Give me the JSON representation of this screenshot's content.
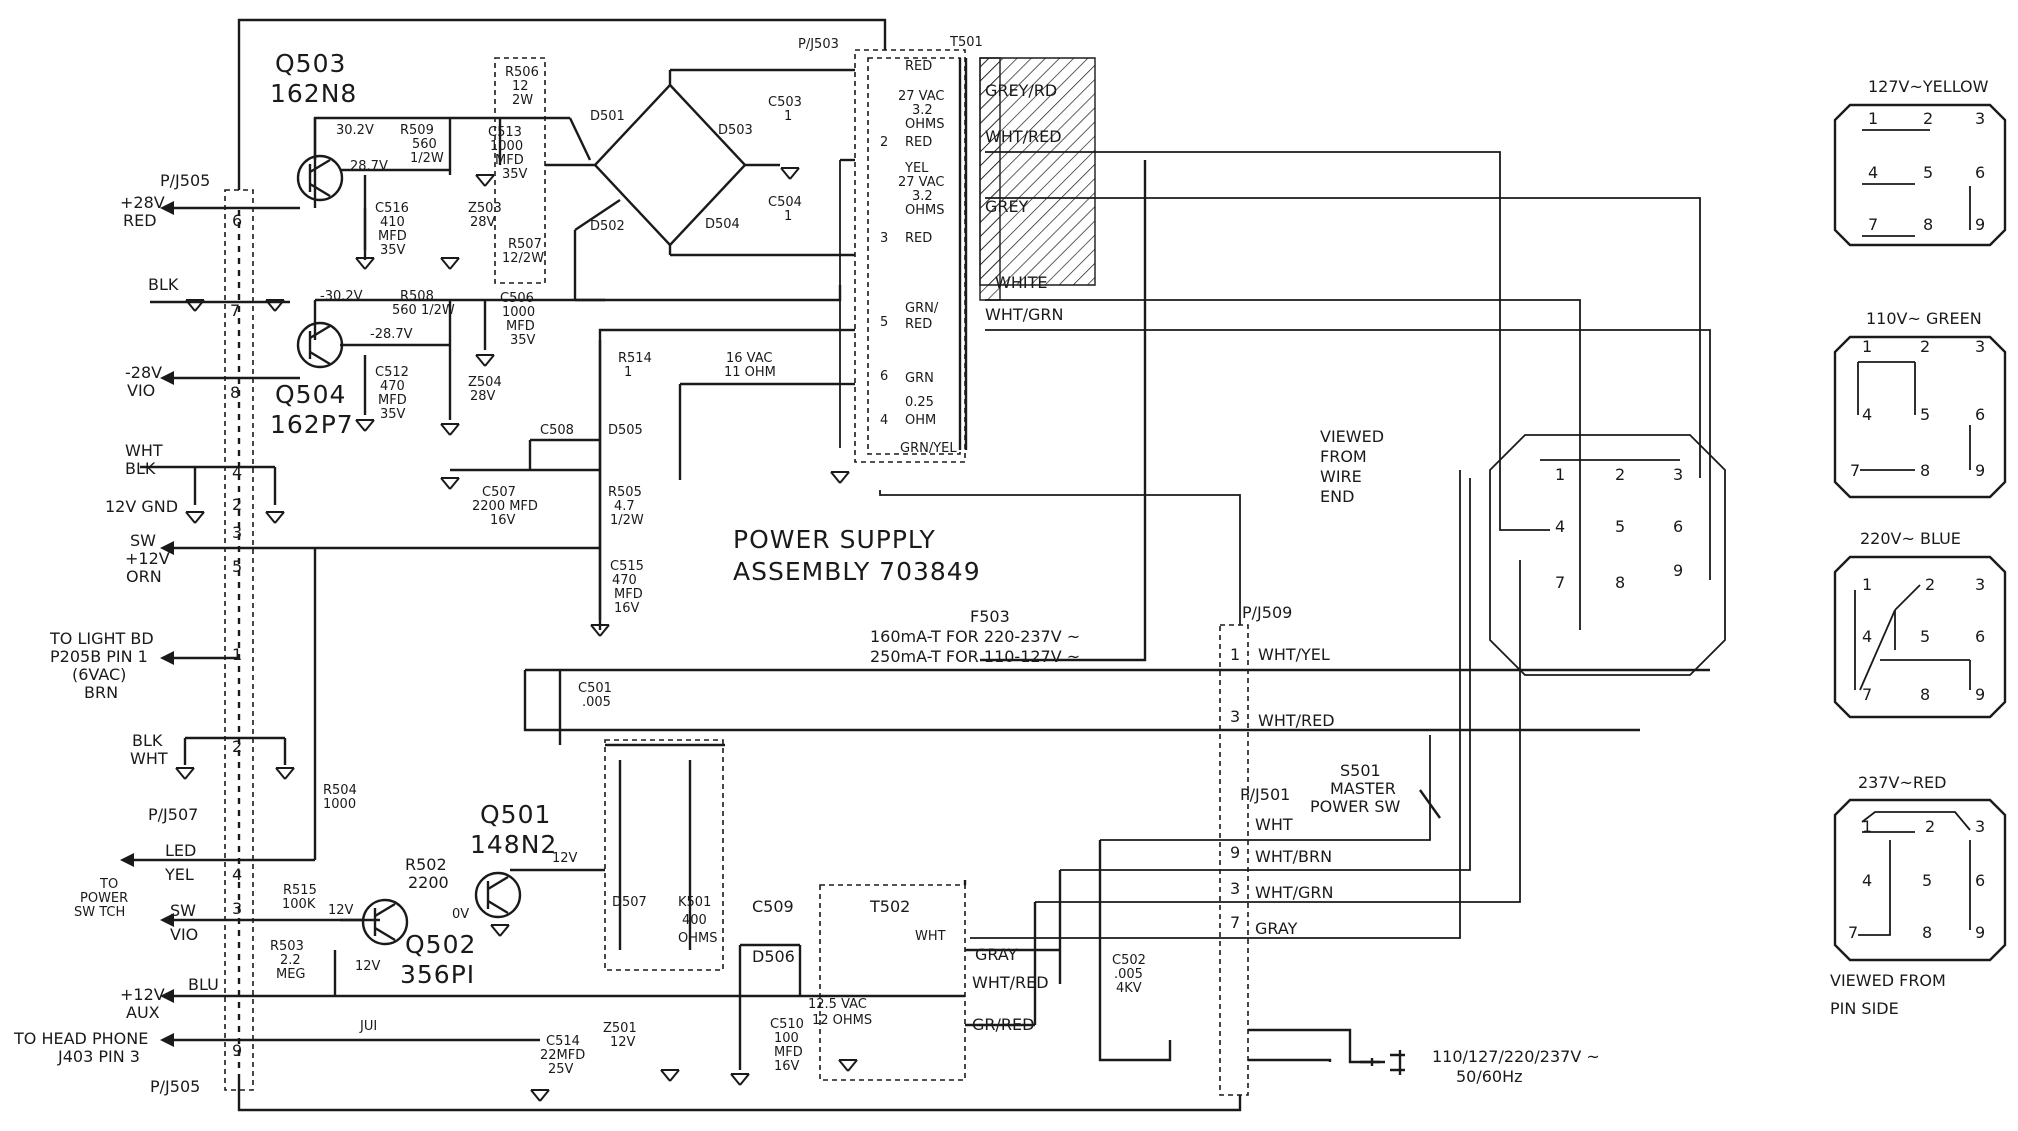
{
  "title": {
    "line1": "POWER  SUPPLY",
    "line2": "ASSEMBLY  703849"
  },
  "transistors": {
    "q503": {
      "ref": "Q503",
      "part": "162N8"
    },
    "q504": {
      "ref": "Q504",
      "part": "162P7"
    },
    "q501": {
      "ref": "Q501",
      "part": "148N2"
    },
    "q502": {
      "ref": "Q502",
      "part": "356PI"
    }
  },
  "connectors": {
    "pj505_top": "P/J505",
    "pj505_bot": "P/J505",
    "pj503": "P/J503",
    "pj507": "P/J507",
    "pj509": "P/J509",
    "pj501": "P/J501"
  },
  "outputs": {
    "plus28_red": [
      "+28V",
      "RED"
    ],
    "blk": "BLK",
    "minus28_vio": [
      "-28V",
      "VIO"
    ],
    "wht_blk": [
      "WHT",
      "BLK"
    ],
    "gnd12": "12V GND",
    "sw12": [
      "SW",
      "+12V",
      "ORN"
    ],
    "light_bd": [
      "TO LIGHT BD",
      "P205B PIN 1",
      "(6VAC)",
      "BRN"
    ],
    "blk_wht": [
      "BLK",
      "WHT"
    ],
    "led_yel": [
      "LED",
      "YEL"
    ],
    "to_power_sw": [
      "TO",
      "POWER",
      "SW TCH"
    ],
    "sw_vio": [
      "SW",
      "VIO"
    ],
    "blu": "BLU",
    "aux12": [
      "+12V",
      "AUX"
    ],
    "headphone": [
      "TO HEAD PHONE",
      "J403 PIN 3"
    ]
  },
  "components": {
    "r506": [
      "R506",
      "12",
      "2W"
    ],
    "r509": [
      "R509",
      "560",
      "1/2W"
    ],
    "c513": [
      "C513",
      "1000",
      "MFD",
      "35V"
    ],
    "c516": [
      "C516",
      "410",
      "MFD",
      "35V"
    ],
    "z503": [
      "Z503",
      "28V"
    ],
    "r507": [
      "R507",
      "12/2W"
    ],
    "r508": [
      "R508",
      "560 1/2W"
    ],
    "c506": [
      "C506",
      "1000",
      "MFD",
      "35V"
    ],
    "c512": [
      "C512",
      "470",
      "MFD",
      "35V"
    ],
    "z504": [
      "Z504",
      "28V"
    ],
    "v302": "30.2V",
    "v287": "28.7V",
    "vm302": "-30.2V",
    "vm287": "-28.7V",
    "d501": "D501",
    "d502": "D502",
    "d503": "D503",
    "d504": "D504",
    "c503": [
      "C503",
      "1"
    ],
    "c504": [
      "C504",
      "1"
    ],
    "r514": [
      "R514",
      "1"
    ],
    "c508": "C508",
    "d505": "D505",
    "c507": [
      "C507",
      "2200 MFD",
      "16V"
    ],
    "r505": [
      "R505",
      "4.7",
      "1/2W"
    ],
    "c515": [
      "C515",
      "470",
      "MFD",
      "16V"
    ],
    "vac16": [
      "16 VAC",
      "11 OHM"
    ],
    "c501": [
      "C501",
      ".005"
    ],
    "r504": [
      "R504",
      "1000"
    ],
    "r502": [
      "R502",
      "2200"
    ],
    "r515": [
      "R515",
      "100K"
    ],
    "r503": [
      "R503",
      "2.2",
      "MEG"
    ],
    "v12a": "12V",
    "v12b": "12V",
    "v12c": "12V",
    "v0": "0V",
    "d507": "D507",
    "k501": [
      "K501",
      "400",
      "OHMS"
    ],
    "c509": "C509",
    "d506": "D506",
    "t502": "T502",
    "vac125": [
      "12.5 VAC",
      "12 OHMS"
    ],
    "z501": [
      "Z501",
      "12V"
    ],
    "c514": [
      "C514",
      "22MFD",
      "25V"
    ],
    "c510": [
      "C510",
      "100",
      "MFD",
      "16V"
    ],
    "jui": "JUI",
    "c502": [
      "C502",
      ".005",
      "4KV"
    ],
    "t501": "T501",
    "f503": [
      "F503",
      "160mA-T  FOR  220-237V ~",
      "250mA-T  FOR  110-127V ~"
    ],
    "s501": [
      "S501",
      "MASTER",
      "POWER SW"
    ]
  },
  "t501_windings": [
    {
      "pin": "",
      "label": "RED"
    },
    {
      "pin": "",
      "label": "27 VAC"
    },
    {
      "pin": "",
      "label": "3.2"
    },
    {
      "pin": "",
      "label": "OHMS"
    },
    {
      "pin": "2",
      "label": "RED"
    },
    {
      "pin": "",
      "label": "YEL"
    },
    {
      "pin": "",
      "label": "27 VAC"
    },
    {
      "pin": "",
      "label": "3.2"
    },
    {
      "pin": "",
      "label": "OHMS"
    },
    {
      "pin": "3",
      "label": "RED"
    },
    {
      "pin": "5",
      "label": "GRN/"
    },
    {
      "pin": "",
      "label": "RED"
    },
    {
      "pin": "6",
      "label": "GRN"
    },
    {
      "pin": "",
      "label": "0.25"
    },
    {
      "pin": "4",
      "label": "OHM"
    },
    {
      "pin": "",
      "label": "GRN/YEL"
    }
  ],
  "wire_labels": [
    "GREY/RD",
    "WHT/RED",
    "GREY",
    "WHITE",
    "WHT/GRN"
  ],
  "pj509_wires": [
    {
      "pin": "1",
      "label": "WHT/YEL"
    },
    {
      "pin": "3",
      "label": "WHT/RED"
    }
  ],
  "pj501_wires": [
    {
      "pin": "",
      "label": "WHT"
    },
    {
      "pin": "9",
      "label": "WHT/BRN"
    },
    {
      "pin": "3",
      "label": "WHT/GRN"
    },
    {
      "pin": "7",
      "label": "GRAY"
    }
  ],
  "t502_wires": [
    "WHT",
    "GRAY",
    "WHT/RED",
    "GR/RED"
  ],
  "pj505_pins": [
    "6",
    "7",
    "8",
    "4",
    "2",
    "3",
    "5",
    "1",
    "2",
    "4",
    "3",
    "9"
  ],
  "mains": [
    "110/127/220/237V ~",
    "50/60Hz"
  ],
  "viewed_wire": [
    "VIEWED",
    "FROM",
    "WIRE",
    "END"
  ],
  "voltage_selector": [
    {
      "label": "127V~YELLOW"
    },
    {
      "label": "110V~ GREEN"
    },
    {
      "label": "220V~ BLUE"
    },
    {
      "label": "237V~RED"
    }
  ],
  "pins": [
    "1",
    "2",
    "3",
    "4",
    "5",
    "6",
    "7",
    "8",
    "9"
  ],
  "viewed_pin": [
    "VIEWED FROM",
    "PIN SIDE"
  ]
}
